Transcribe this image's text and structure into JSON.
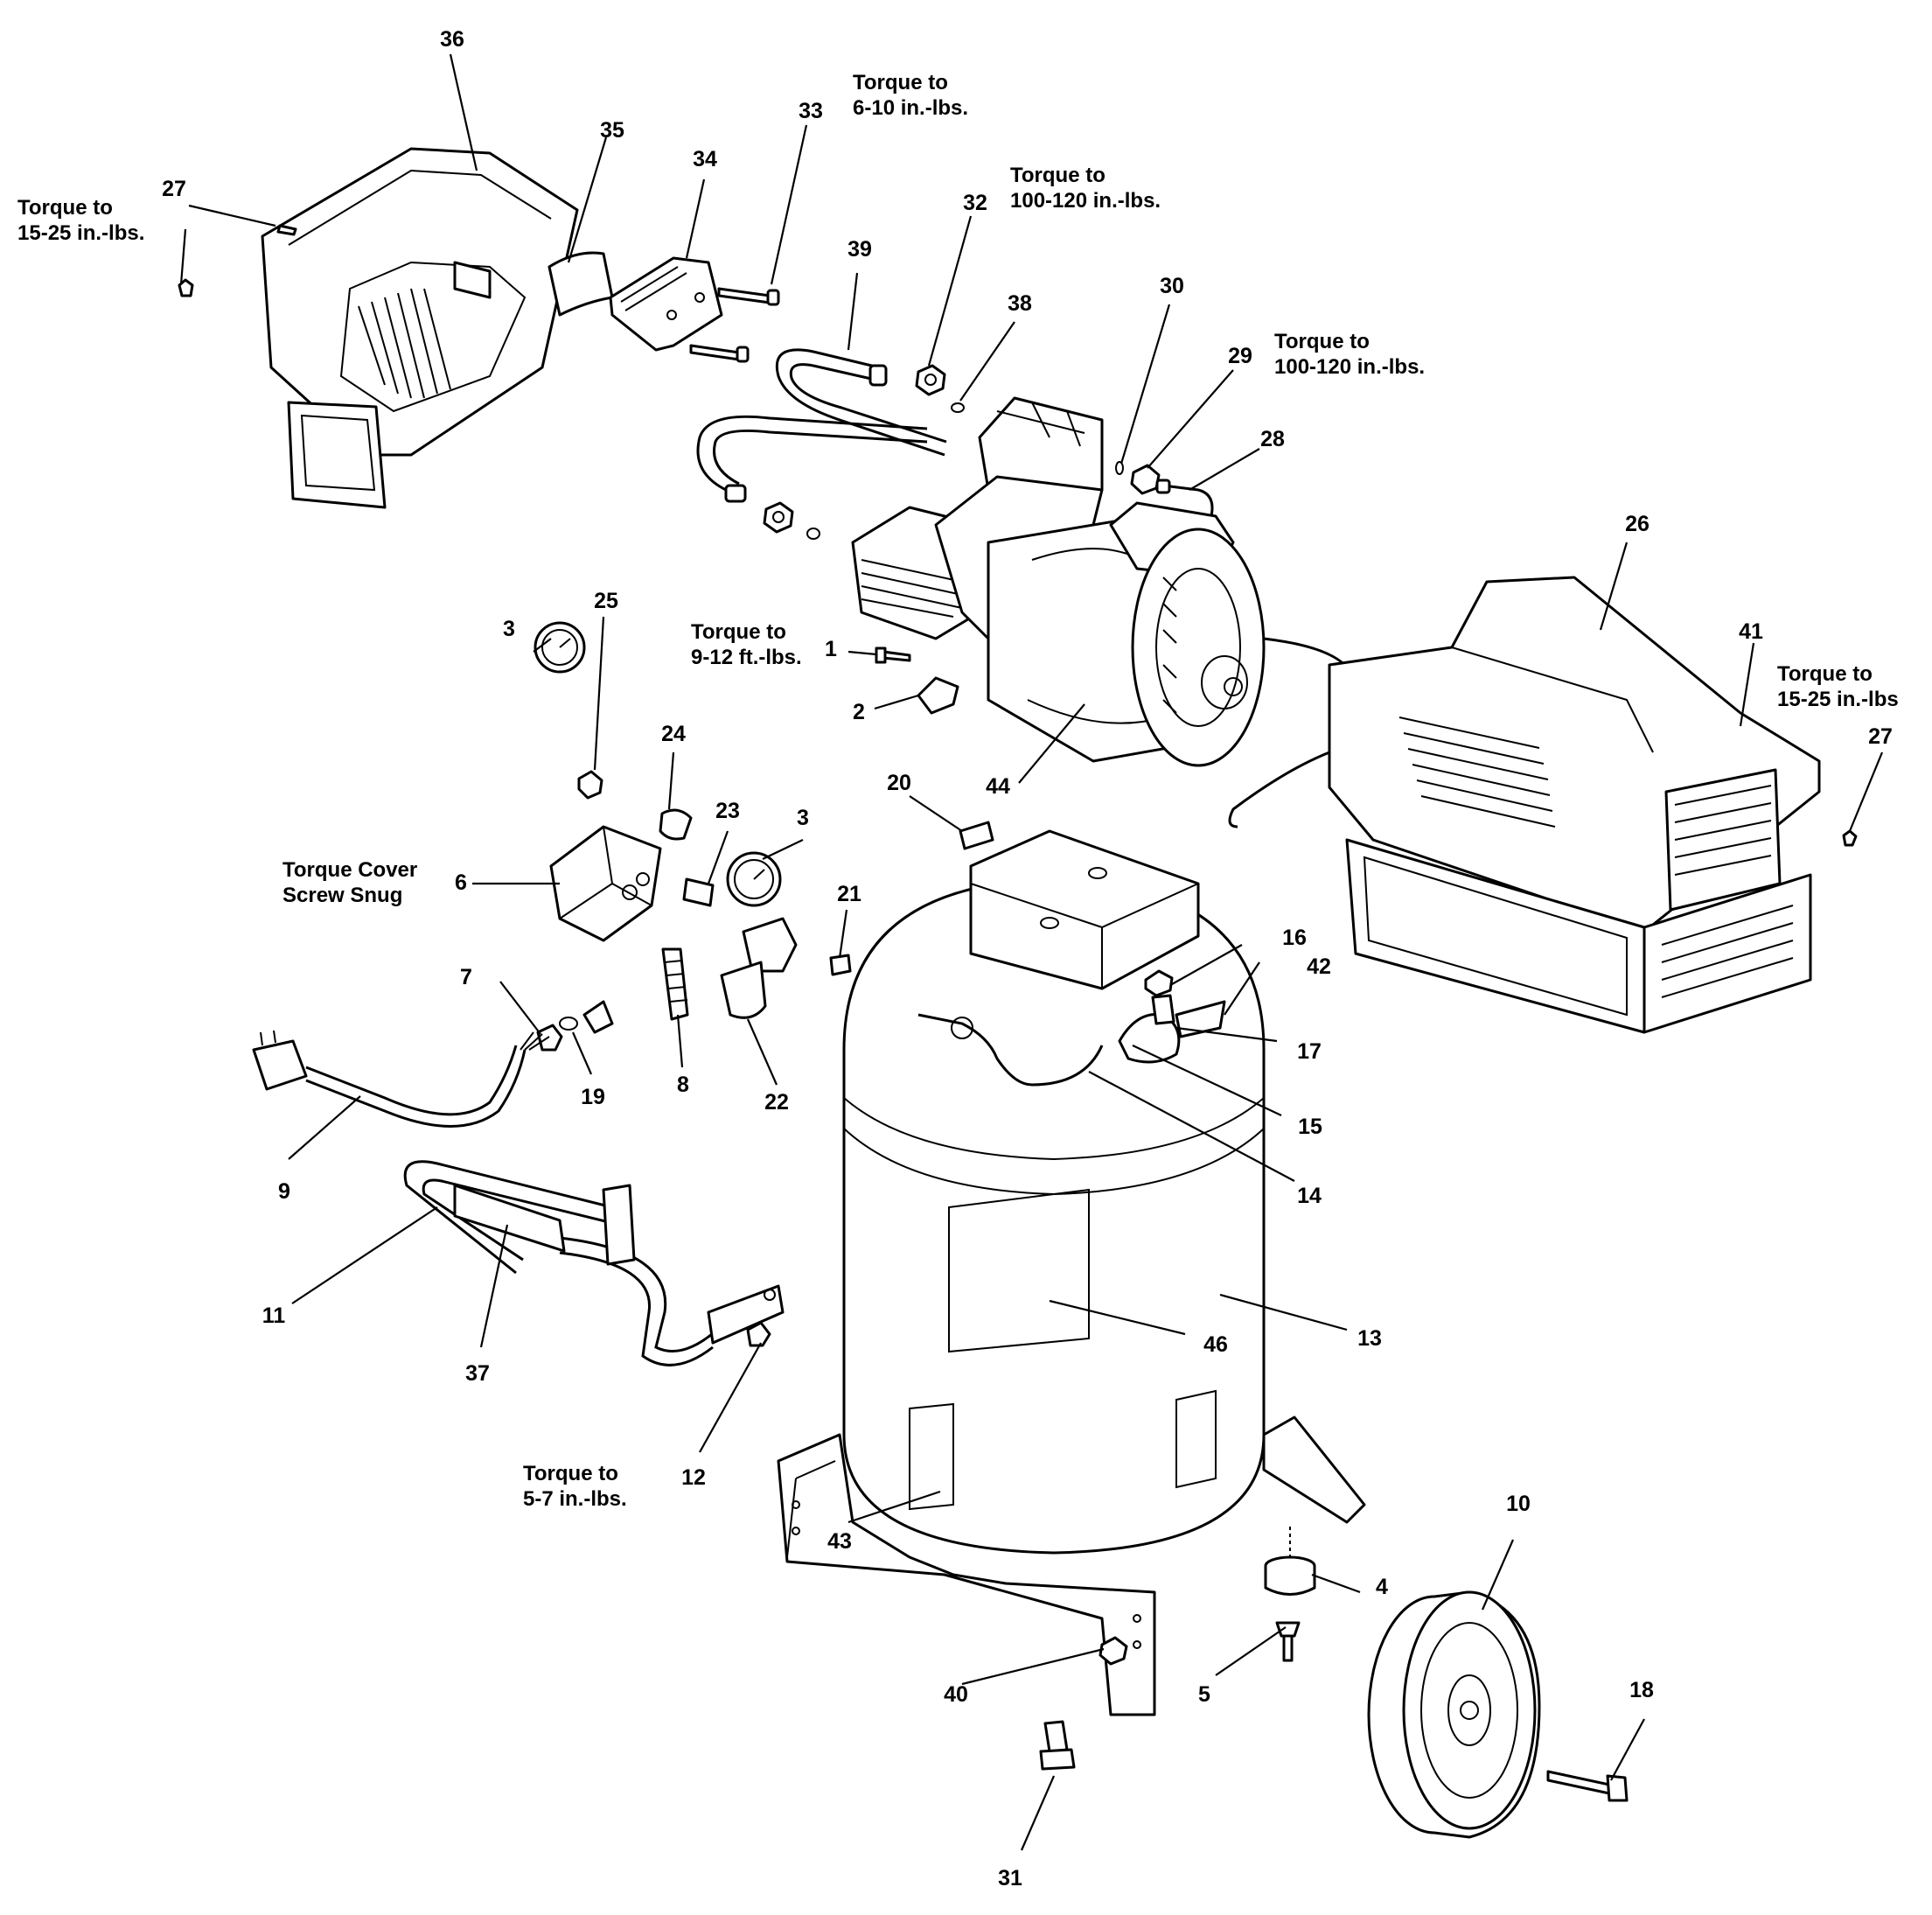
{
  "parts": [
    {
      "id": "p1",
      "label": "1"
    },
    {
      "id": "p2",
      "label": "2"
    },
    {
      "id": "p3a",
      "label": "3"
    },
    {
      "id": "p3b",
      "label": "3"
    },
    {
      "id": "p4",
      "label": "4"
    },
    {
      "id": "p5",
      "label": "5"
    },
    {
      "id": "p6",
      "label": "6"
    },
    {
      "id": "p7",
      "label": "7"
    },
    {
      "id": "p8",
      "label": "8"
    },
    {
      "id": "p9",
      "label": "9"
    },
    {
      "id": "p10",
      "label": "10"
    },
    {
      "id": "p11",
      "label": "11"
    },
    {
      "id": "p12",
      "label": "12"
    },
    {
      "id": "p13",
      "label": "13"
    },
    {
      "id": "p14",
      "label": "14"
    },
    {
      "id": "p15",
      "label": "15"
    },
    {
      "id": "p16",
      "label": "16"
    },
    {
      "id": "p17",
      "label": "17"
    },
    {
      "id": "p18",
      "label": "18"
    },
    {
      "id": "p19",
      "label": "19"
    },
    {
      "id": "p20",
      "label": "20"
    },
    {
      "id": "p21",
      "label": "21"
    },
    {
      "id": "p22",
      "label": "22"
    },
    {
      "id": "p23",
      "label": "23"
    },
    {
      "id": "p24",
      "label": "24"
    },
    {
      "id": "p25",
      "label": "25"
    },
    {
      "id": "p26",
      "label": "26"
    },
    {
      "id": "p27a",
      "label": "27"
    },
    {
      "id": "p27b",
      "label": "27"
    },
    {
      "id": "p28",
      "label": "28"
    },
    {
      "id": "p29",
      "label": "29"
    },
    {
      "id": "p30",
      "label": "30"
    },
    {
      "id": "p31",
      "label": "31"
    },
    {
      "id": "p32",
      "label": "32"
    },
    {
      "id": "p33",
      "label": "33"
    },
    {
      "id": "p34",
      "label": "34"
    },
    {
      "id": "p35",
      "label": "35"
    },
    {
      "id": "p36",
      "label": "36"
    },
    {
      "id": "p37",
      "label": "37"
    },
    {
      "id": "p38",
      "label": "38"
    },
    {
      "id": "p39",
      "label": "39"
    },
    {
      "id": "p40",
      "label": "40"
    },
    {
      "id": "p41",
      "label": "41"
    },
    {
      "id": "p42",
      "label": "42"
    },
    {
      "id": "p43",
      "label": "43"
    },
    {
      "id": "p44",
      "label": "44"
    },
    {
      "id": "p46",
      "label": "46"
    }
  ],
  "notes": [
    {
      "id": "torque-15-25-left",
      "lines": [
        "Torque to",
        "15-25 in.-lbs."
      ]
    },
    {
      "id": "torque-6-10",
      "lines": [
        "Torque to",
        "6-10 in.-lbs."
      ]
    },
    {
      "id": "torque-100-120-top",
      "lines": [
        "Torque to",
        "100-120 in.-lbs."
      ]
    },
    {
      "id": "torque-100-120-right",
      "lines": [
        "Torque to",
        "100-120 in.-lbs."
      ]
    },
    {
      "id": "torque-9-12",
      "lines": [
        "Torque to",
        "9-12 ft.-lbs."
      ]
    },
    {
      "id": "torque-15-25-right",
      "lines": [
        "Torque to",
        "15-25 in.-lbs"
      ]
    },
    {
      "id": "torque-cover",
      "lines": [
        "Torque Cover",
        "Screw Snug"
      ]
    },
    {
      "id": "torque-5-7",
      "lines": [
        "Torque to",
        "5-7 in.-lbs."
      ]
    }
  ]
}
